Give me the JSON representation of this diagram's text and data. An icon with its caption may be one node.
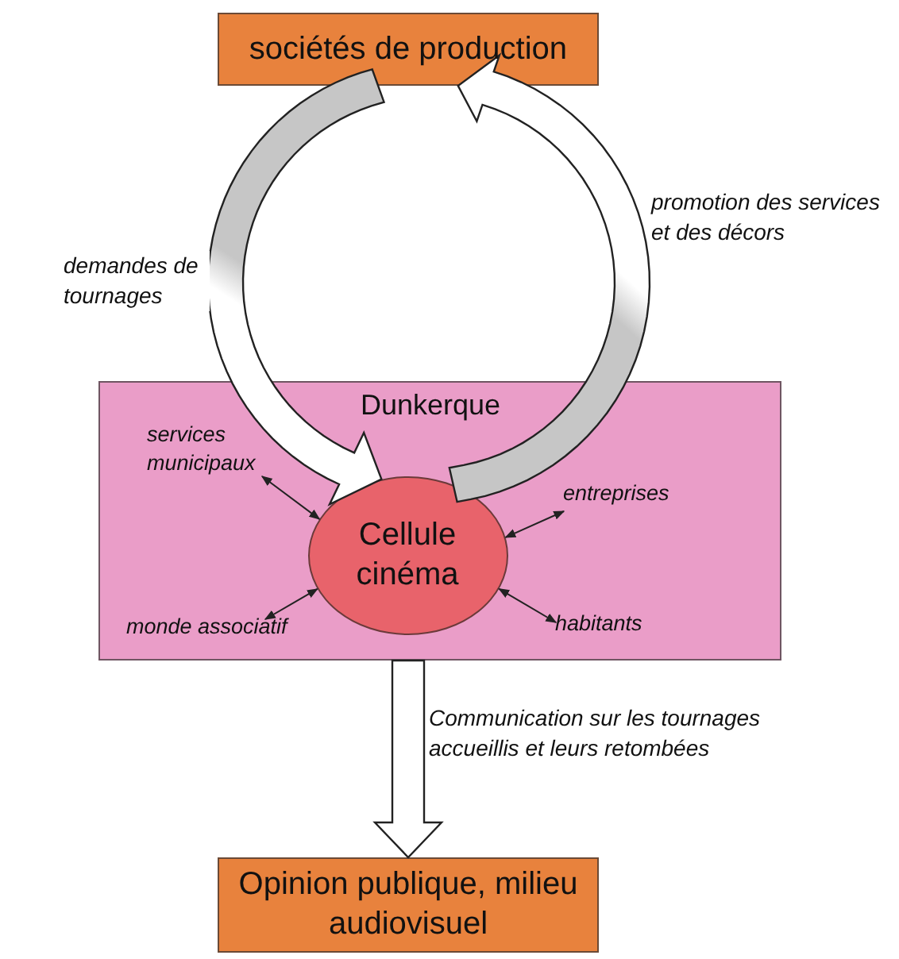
{
  "diagram": {
    "nodes": [
      {
        "text": [
          "sociétés de production"
        ]
      },
      {
        "text": [
          "Dunkerque"
        ]
      },
      {
        "text": [
          "Cellule cinéma"
        ],
        "in": 1
      },
      {
        "text": [
          "services municipaux"
        ],
        "in": 1
      },
      {
        "text": [
          "entreprises"
        ],
        "in": 1
      },
      {
        "text": [
          "habitants"
        ],
        "in": 1
      },
      {
        "text": [
          "monde associatif"
        ],
        "in": 1
      },
      {
        "text": [
          "Opinion publique, milieu audiovisuel"
        ]
      }
    ],
    "edges": [
      {
        "from": 0,
        "to": 2,
        "arrow": "to",
        "label": "demandes de tournages"
      },
      {
        "from": 2,
        "to": 0,
        "arrow": "to",
        "label": "promotion des services et des décors"
      },
      {
        "from": 1,
        "to": 7,
        "arrow": "to",
        "label": "Communication sur les tournages accueillis et leurs retombées"
      },
      {
        "from": 2,
        "to": 3,
        "arrow": "both"
      },
      {
        "from": 2,
        "to": 4,
        "arrow": "both"
      },
      {
        "from": 2,
        "to": 5,
        "arrow": "both"
      },
      {
        "from": 2,
        "to": 6,
        "arrow": "both"
      }
    ]
  }
}
